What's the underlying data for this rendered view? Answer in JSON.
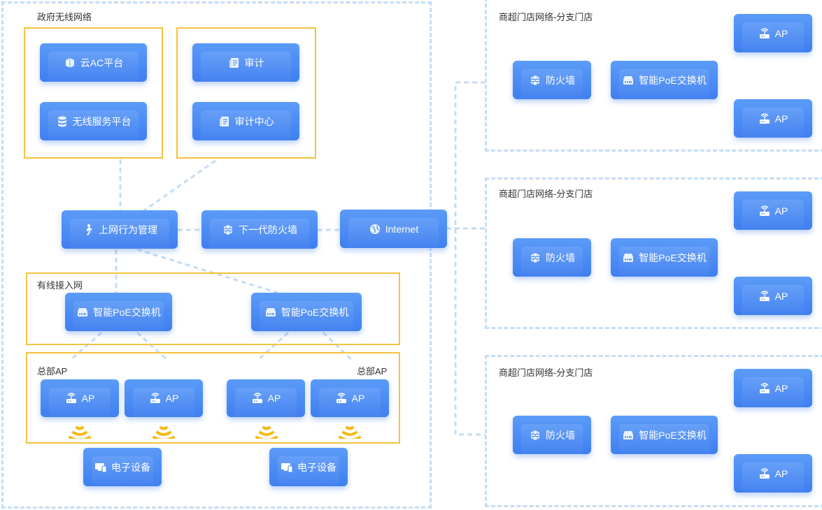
{
  "gov": {
    "title": "政府无线网络",
    "cloud_ac": "云AC平台",
    "wireless_service": "无线服务平台",
    "audit": "审计",
    "audit_center": "审计中心",
    "behavior_mgmt": "上网行为管理",
    "ngfw": "下一代防火墙",
    "internet": "Internet"
  },
  "wired": {
    "title": "有线接入网",
    "switch_left": "智能PoE交换机",
    "switch_right": "智能PoE交换机"
  },
  "hq": {
    "title_left": "总部AP",
    "title_right": "总部AP",
    "ap1": "AP",
    "ap2": "AP",
    "ap3": "AP",
    "ap4": "AP",
    "device_left": "电子设备",
    "device_right": "电子设备"
  },
  "stores": [
    {
      "title": "商超门店网络-分支门店",
      "firewall": "防火墙",
      "switch": "智能PoE交换机",
      "ap_top": "AP",
      "ap_bottom": "AP"
    },
    {
      "title": "商超门店网络-分支门店",
      "firewall": "防火墙",
      "switch": "智能PoE交换机",
      "ap_top": "AP",
      "ap_bottom": "AP"
    },
    {
      "title": "商超门店网络-分支门店",
      "firewall": "防火墙",
      "switch": "智能PoE交换机",
      "ap_top": "AP",
      "ap_bottom": "AP"
    }
  ],
  "colors": {
    "node_blue": "#4a8cf6",
    "dashed_border": "#c5ddf4",
    "group_border": "#f5c23c",
    "wifi_signal": "#f5b90f"
  }
}
